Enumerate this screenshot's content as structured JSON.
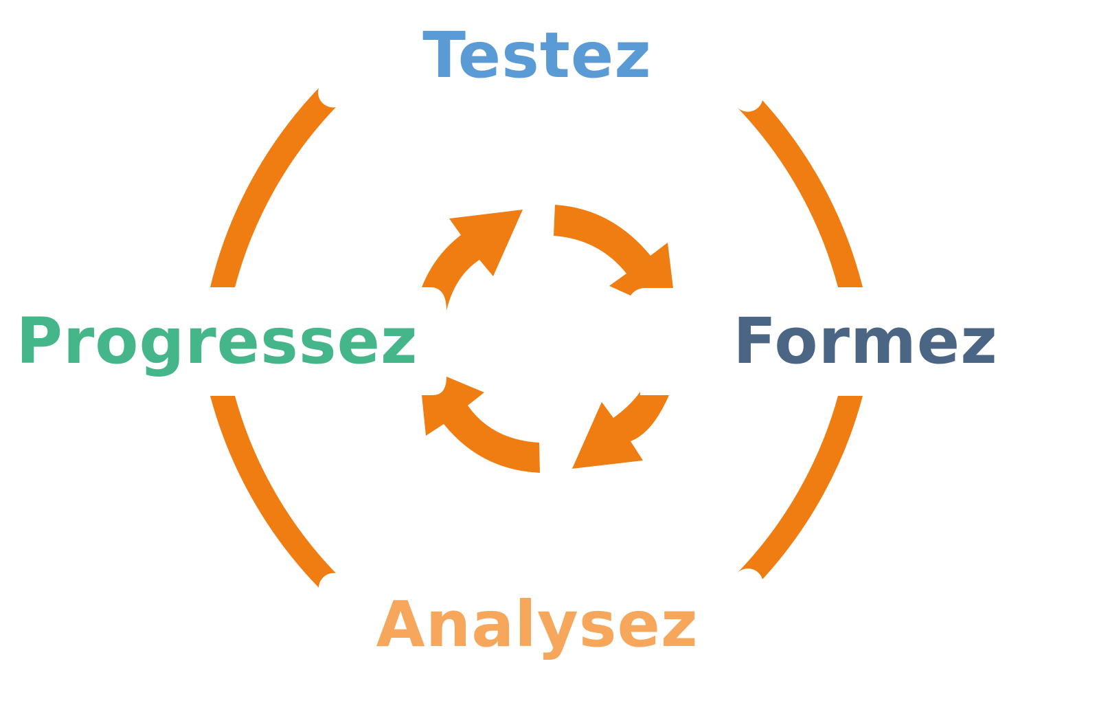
{
  "diagram": {
    "labels": {
      "top": "Testez",
      "right": "Formez",
      "bottom": "Analysez",
      "left": "Progressez"
    },
    "colors": {
      "top": "#5B9BD5",
      "right": "#4B6584",
      "bottom": "#F6A75B",
      "left": "#45B58A",
      "arcs": "#EF7D12",
      "inner_arrows": "#EF7D12"
    }
  }
}
